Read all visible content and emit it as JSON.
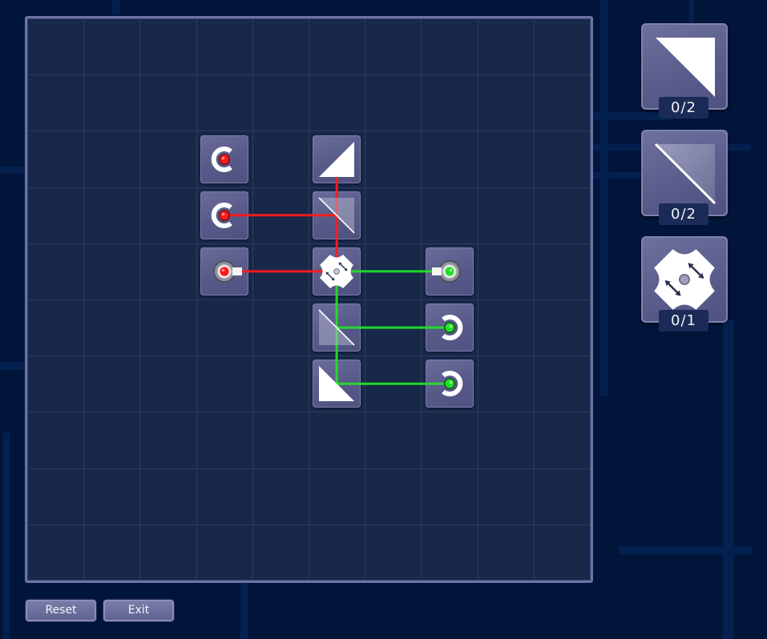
{
  "board": {
    "rows": 10,
    "cols": 10,
    "tiles": [
      {
        "row": 2,
        "col": 3,
        "type": "receiver",
        "color": "red",
        "facing": "right",
        "icon": "receiver-icon"
      },
      {
        "row": 3,
        "col": 3,
        "type": "receiver",
        "color": "red",
        "facing": "right",
        "icon": "receiver-icon"
      },
      {
        "row": 4,
        "col": 3,
        "type": "emitter",
        "color": "red",
        "facing": "right",
        "icon": "emitter-icon"
      },
      {
        "row": 2,
        "col": 5,
        "type": "solid-mirror",
        "orientation": "slash",
        "icon": "solid-mirror-icon"
      },
      {
        "row": 3,
        "col": 5,
        "type": "glass-mirror",
        "orientation": "backslash",
        "icon": "glass-mirror-icon"
      },
      {
        "row": 4,
        "col": 5,
        "type": "splitter",
        "icon": "splitter-icon"
      },
      {
        "row": 5,
        "col": 5,
        "type": "glass-mirror",
        "orientation": "backslash-lower",
        "icon": "glass-mirror-icon"
      },
      {
        "row": 6,
        "col": 5,
        "type": "solid-mirror",
        "orientation": "backslash-lower",
        "icon": "solid-mirror-icon"
      },
      {
        "row": 4,
        "col": 7,
        "type": "emitter",
        "color": "green",
        "facing": "left",
        "icon": "emitter-icon"
      },
      {
        "row": 5,
        "col": 7,
        "type": "receiver",
        "color": "green",
        "facing": "left",
        "icon": "receiver-icon"
      },
      {
        "row": 6,
        "col": 7,
        "type": "receiver",
        "color": "green",
        "facing": "left",
        "icon": "receiver-icon"
      }
    ],
    "beams": [
      {
        "color": "#ff1a1a",
        "from": [
          4,
          3
        ],
        "to": [
          4,
          5
        ]
      },
      {
        "color": "#ff1a1a",
        "from": [
          4,
          5
        ],
        "to": [
          2,
          5
        ]
      },
      {
        "color": "#ff1a1a",
        "from": [
          3,
          5
        ],
        "to": [
          3,
          3
        ]
      },
      {
        "color": "#22e02a",
        "from": [
          4,
          7
        ],
        "to": [
          4,
          5
        ]
      },
      {
        "color": "#22e02a",
        "from": [
          4,
          5
        ],
        "to": [
          6,
          5
        ]
      },
      {
        "color": "#22e02a",
        "from": [
          5,
          5
        ],
        "to": [
          5,
          7
        ]
      },
      {
        "color": "#22e02a",
        "from": [
          6,
          5
        ],
        "to": [
          6,
          7
        ]
      }
    ]
  },
  "inventory": [
    {
      "name": "solid-mirror",
      "count": "0/2",
      "icon": "solid-mirror-icon"
    },
    {
      "name": "glass-mirror",
      "count": "0/2",
      "icon": "glass-mirror-icon"
    },
    {
      "name": "splitter",
      "count": "0/1",
      "icon": "splitter-icon"
    }
  ],
  "buttons": {
    "reset": "Reset",
    "exit": "Exit"
  },
  "colors": {
    "red_laser": "#ff1a1a",
    "green_laser": "#22e02a",
    "background": "#01153b",
    "board": "#172849",
    "tile": "#5e6190"
  }
}
